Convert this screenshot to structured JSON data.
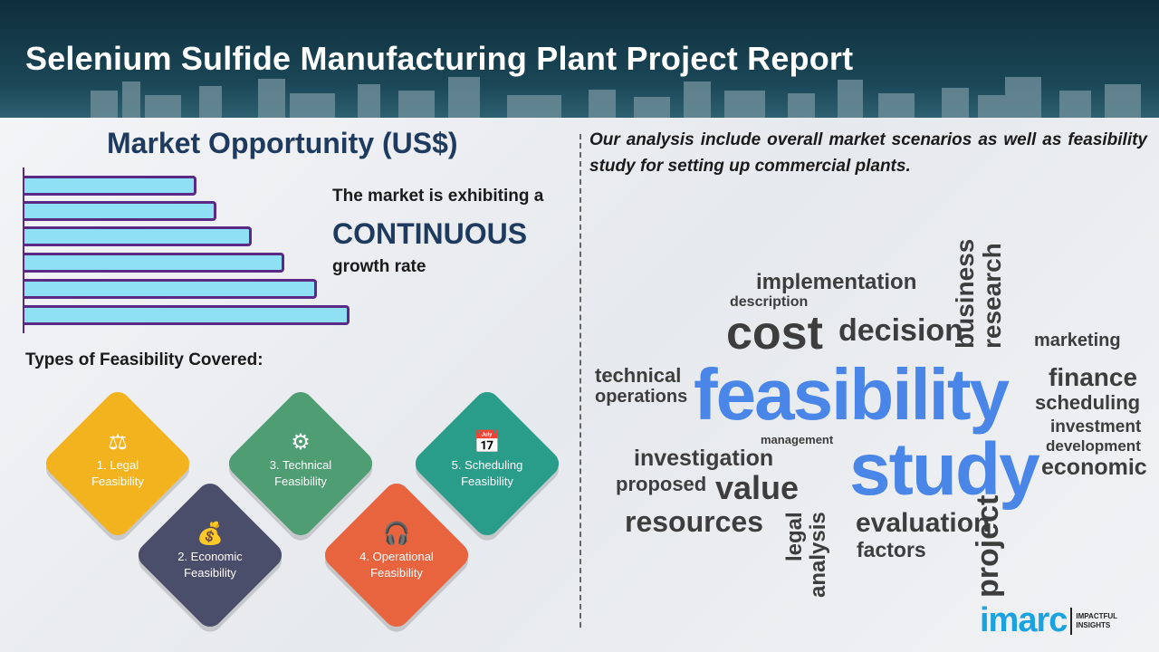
{
  "title": "Selenium Sulfide Manufacturing Plant Project Report",
  "market": {
    "title": "Market Opportunity (US$)",
    "line1": "The market is exhibiting a",
    "line2": "CONTINUOUS",
    "line3": "growth rate",
    "bar_levels": [
      53,
      59,
      70,
      80,
      90,
      100
    ]
  },
  "types_title": "Types of Feasibility Covered:",
  "feasibility": [
    {
      "n": "1. Legal",
      "f": "Feasibility",
      "icon": "gavel-icon",
      "glyph": "⚖",
      "color": "#f2b31f"
    },
    {
      "n": "2. Economic",
      "f": "Feasibility",
      "icon": "money-bag-icon",
      "glyph": "💰",
      "color": "#4a4e6a"
    },
    {
      "n": "3. Technical",
      "f": "Feasibility",
      "icon": "gears-icon",
      "glyph": "⚙",
      "color": "#4f9d72"
    },
    {
      "n": "4. Operational",
      "f": "Feasibility",
      "icon": "headset-user-icon",
      "glyph": "🎧",
      "color": "#e8643f"
    },
    {
      "n": "5. Scheduling",
      "f": "Feasibility",
      "icon": "calendar-icon",
      "glyph": "📅",
      "color": "#2a9c8a"
    }
  ],
  "intro": "Our analysis include overall market scenarios as well as feasibility study for setting up commercial plants.",
  "words": [
    "implementation",
    "description",
    "cost",
    "decision",
    "business",
    "research",
    "marketing",
    "technical",
    "operations",
    "feasibility",
    "finance",
    "scheduling",
    "management",
    "investigation",
    "study",
    "investment",
    "proposed",
    "value",
    "development",
    "economic",
    "resources",
    "legal",
    "analysis",
    "evaluation",
    "factors",
    "project"
  ],
  "logo": {
    "name": "imarc",
    "tag1": "IMPACTFUL",
    "tag2": "INSIGHTS"
  }
}
